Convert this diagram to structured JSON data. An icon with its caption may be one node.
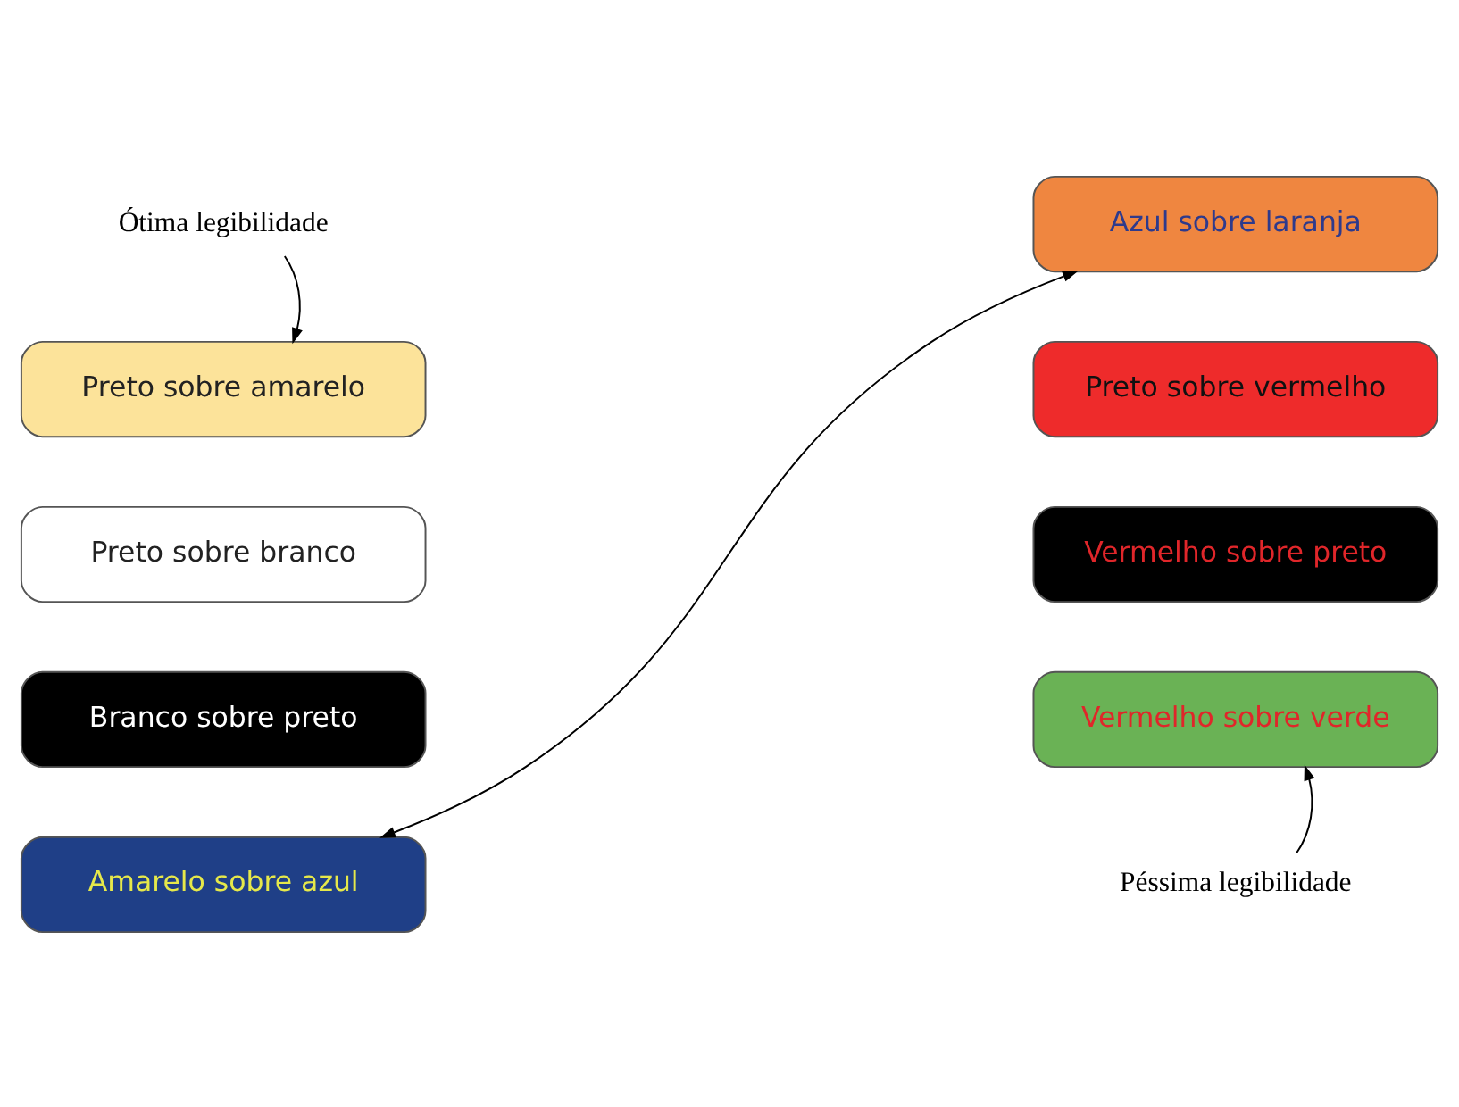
{
  "diagram": {
    "nodes": [
      {
        "text": [
          "Ótima legibilidade"
        ]
      },
      {
        "text": [
          "Preto sobre amarelo"
        ]
      },
      {
        "text": [
          "Preto sobre branco"
        ]
      },
      {
        "text": [
          "Branco sobre preto"
        ]
      },
      {
        "text": [
          "Amarelo sobre azul"
        ]
      },
      {
        "text": [
          "Azul sobre laranja"
        ]
      },
      {
        "text": [
          "Preto sobre vermelho"
        ]
      },
      {
        "text": [
          "Vermelho sobre preto"
        ]
      },
      {
        "text": [
          "Vermelho sobre verde"
        ]
      },
      {
        "text": [
          "Péssima legibilidade"
        ]
      }
    ],
    "edges": [
      {
        "from": 0,
        "to": 1,
        "arrow": "to"
      },
      {
        "from": 4,
        "to": 5,
        "arrow": "both"
      },
      {
        "from": 9,
        "to": 8,
        "arrow": "to"
      }
    ]
  }
}
